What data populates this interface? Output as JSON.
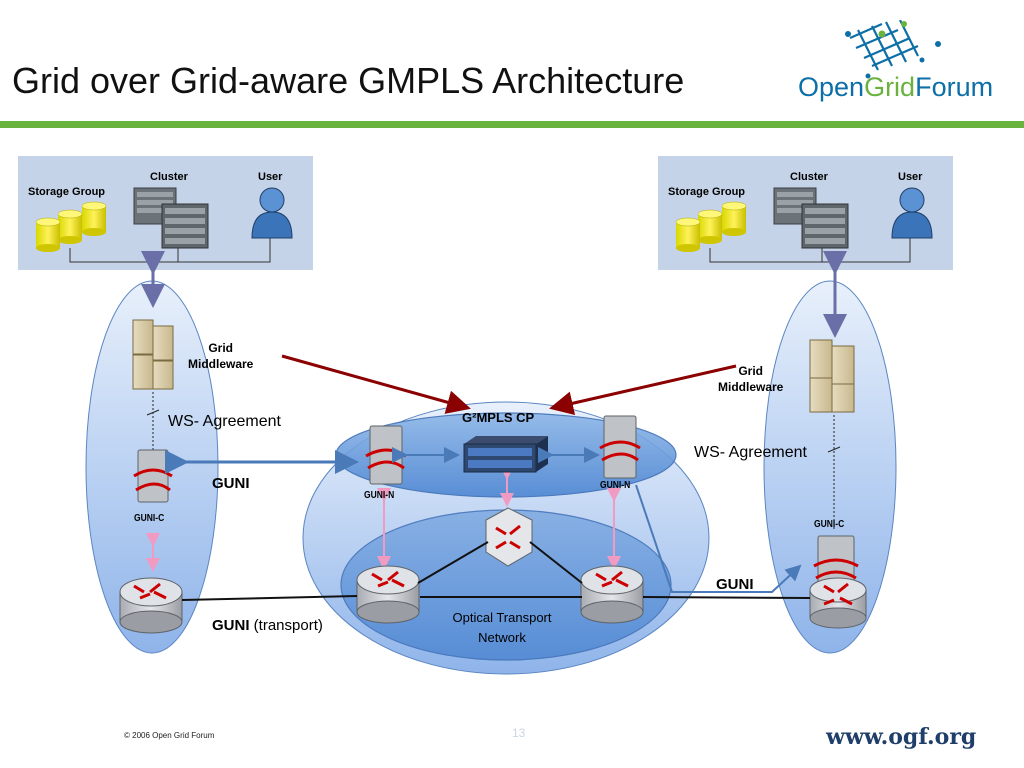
{
  "slide": {
    "title": "Grid over Grid-aware GMPLS Architecture",
    "copyright": "© 2006 Open Grid Forum",
    "page_number": "13",
    "website": "www.ogf.org"
  },
  "logo": {
    "word1": "Open",
    "word2": "Grid",
    "word3": "Forum",
    "colors": {
      "blue": "#0d6fa8",
      "green": "#6ab23e"
    }
  },
  "left_site": {
    "storage_label": "Storage Group",
    "cluster_label": "Cluster",
    "user_label": "User",
    "middleware_line1": "Grid",
    "middleware_line2": "Middleware",
    "ws_agreement": "WS- Agreement",
    "guni_c": "GUNI-C"
  },
  "right_site": {
    "storage_label": "Storage Group",
    "cluster_label": "Cluster",
    "user_label": "User",
    "middleware_line1": "Grid",
    "middleware_line2": "Middleware",
    "ws_agreement": "WS- Agreement",
    "guni_c": "GUNI-C"
  },
  "core": {
    "cp_label": "G²MPLS CP",
    "guni_n_left": "GUNI-N",
    "guni_n_right": "GUNI-N",
    "otn_line1": "Optical Transport",
    "otn_line2": "Network"
  },
  "links": {
    "guni_left": "GUNI",
    "guni_right": "GUNI",
    "guni_transport_bold": "GUNI",
    "guni_transport_rest": " (transport)"
  },
  "colors": {
    "accent_green": "#6ab23e",
    "box_fill": "#c5d3e8",
    "middleware_arrow": "#8b0000",
    "router_arrow": "#cc0000",
    "pink_link": "#f4a6c8"
  }
}
